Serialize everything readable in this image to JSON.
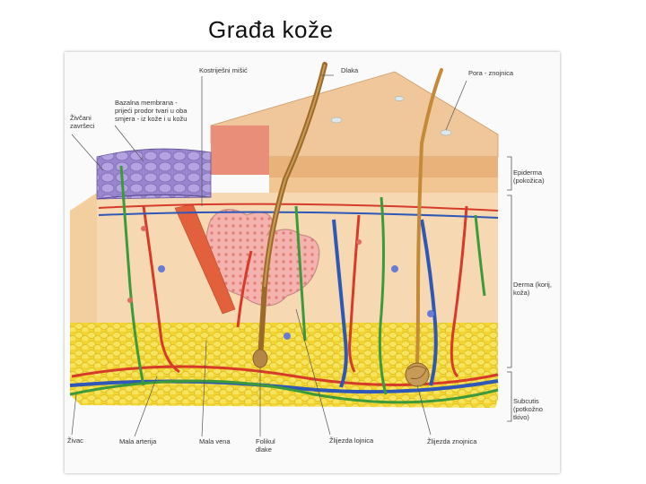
{
  "title": "Građa kože",
  "labels": {
    "kostrijesni_misic": "Kostriješni mišić",
    "dlaka": "Dlaka",
    "pora": "Pora - znojnica",
    "bazalna_membrana": "Bazalna membrana - prijeći prodor tvari u oba smjera - iz kože i u kožu",
    "zivcani_zavrseci": "Živčani završeci",
    "epiderma": "Epiderma (pokožica)",
    "derma": "Derma (korij, koža)",
    "subcutis": "Subcutis (potkožno tkivo)",
    "zivac": "Živac",
    "mala_arterija": "Mala arterija",
    "mala_vena": "Mala vena",
    "folikul_dlake": "Folikul dlake",
    "zlijezda_lojnica": "Žlijezda lojnica",
    "zlijezda_znojnica": "Žlijezda znojnica"
  },
  "colors": {
    "epidermis_purple": "#8e7cc3",
    "dermis": "#f6d9b3",
    "subcutis_fat": "#f2d533",
    "artery": "#d63b2a",
    "vein": "#2e57b8",
    "nerve": "#3d9a3a",
    "hair": "#9c6b2a",
    "skin_surface": "#f0c79a"
  }
}
